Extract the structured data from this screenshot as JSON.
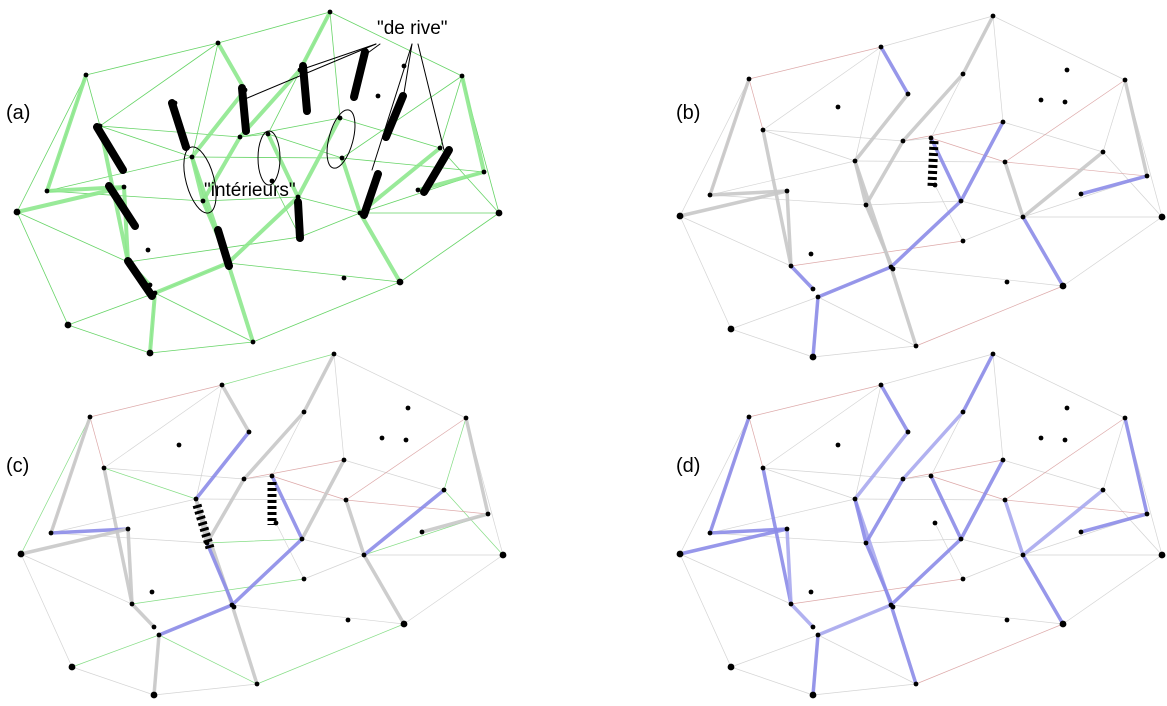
{
  "panels": [
    {
      "id": "a",
      "label": "(a)"
    },
    {
      "id": "b",
      "label": "(b)"
    },
    {
      "id": "c",
      "label": "(c)"
    },
    {
      "id": "d",
      "label": "(d)"
    }
  ],
  "annotations": {
    "de_rive": "\"de rive\"",
    "interieurs": "\"intérieurs\""
  },
  "colors": {
    "green_member": "#8ee88e",
    "green_thin": "#66d466",
    "black_member": "#000000",
    "grey_member": "#c8c8c8",
    "blue_member": "#8c8ce8",
    "red_member": "#d9a0a0",
    "node": "#000000"
  }
}
